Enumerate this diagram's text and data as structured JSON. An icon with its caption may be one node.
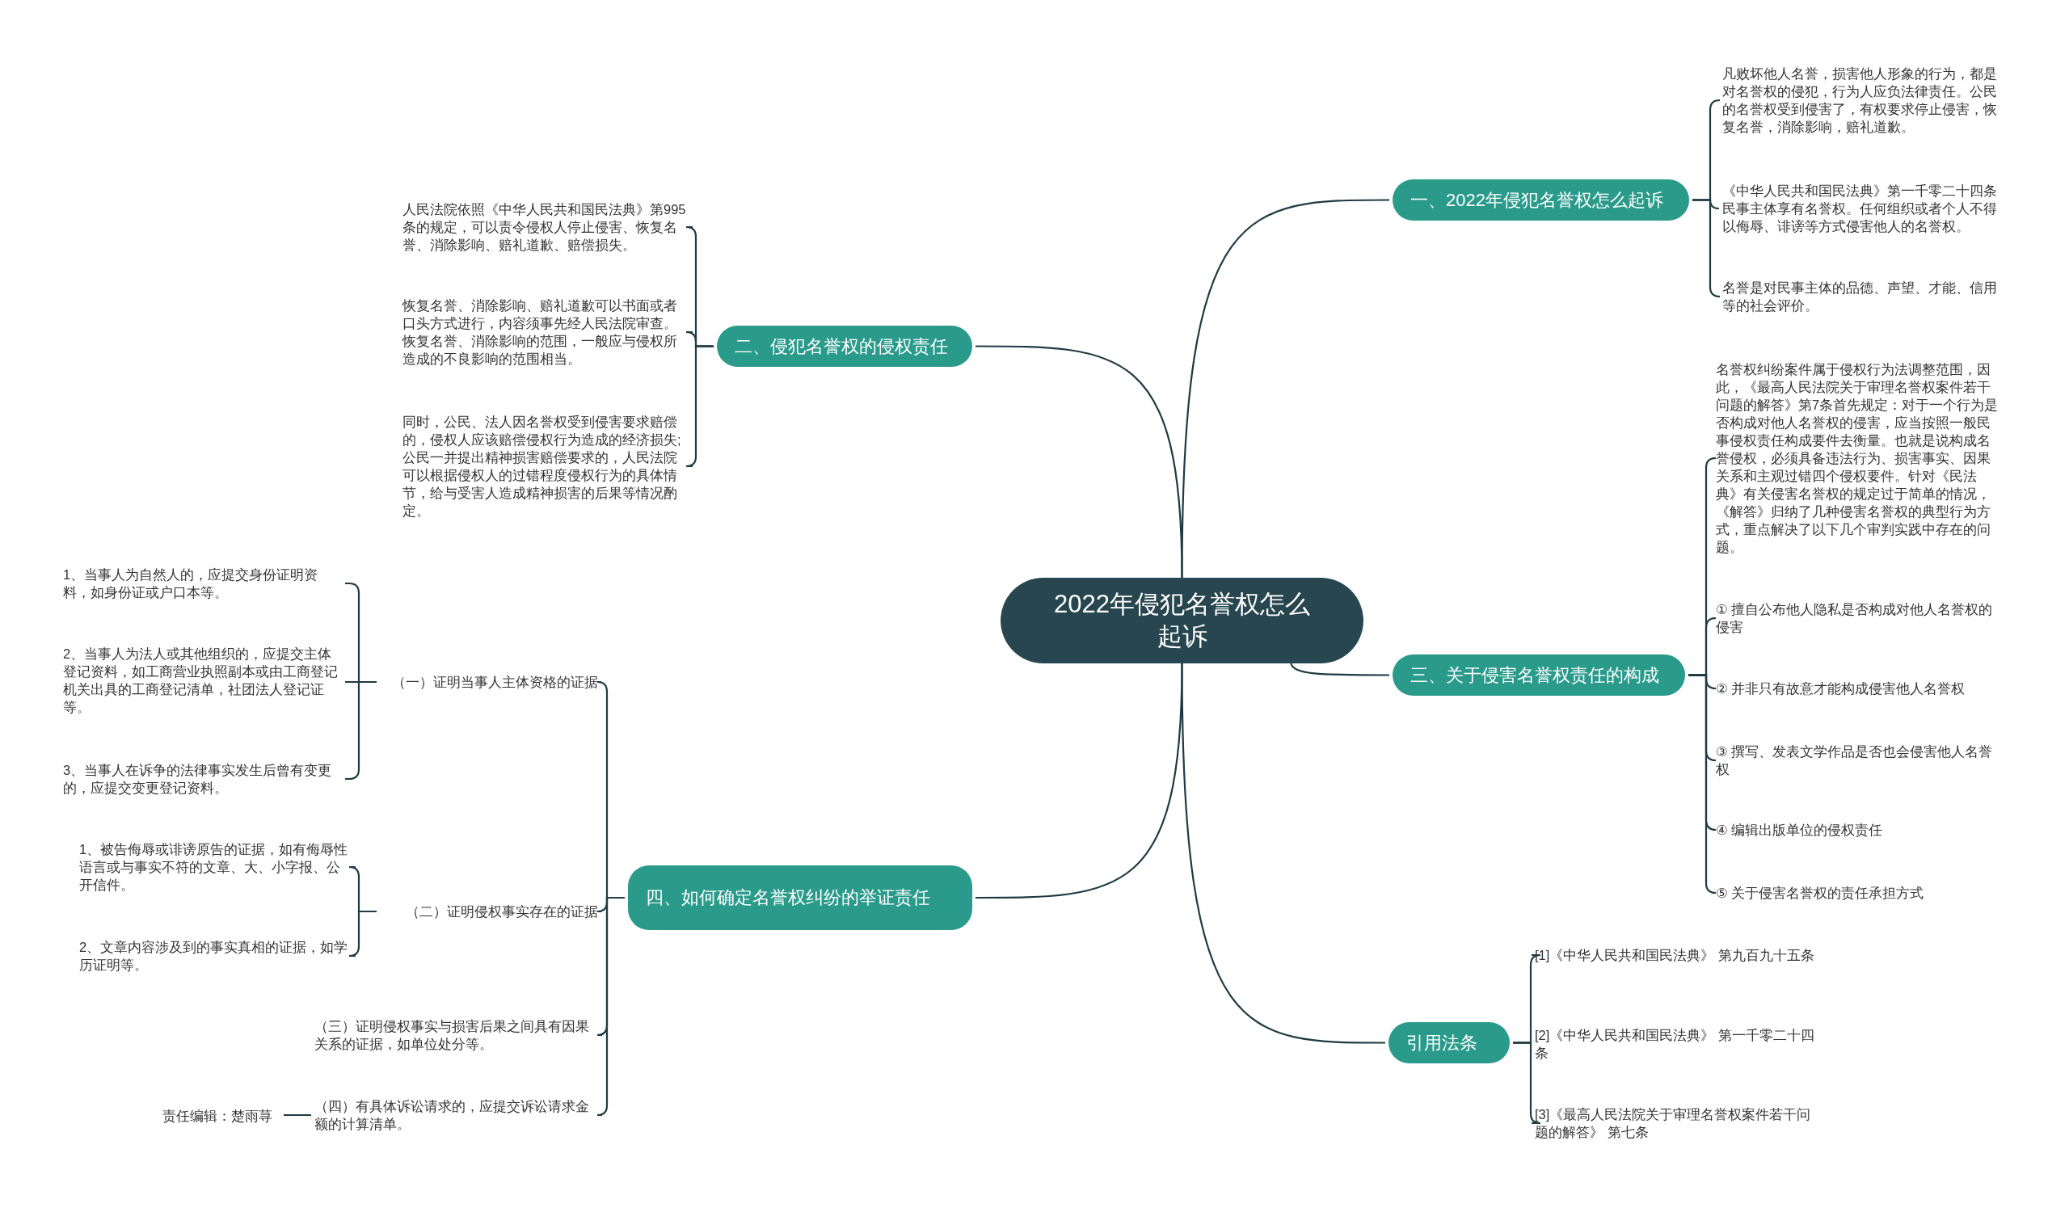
{
  "diagram": {
    "nodes": [
      {
        "text": [
          "2022年侵犯名誉权怎么起诉"
        ]
      },
      {
        "text": [
          "一、2022年侵犯名誉权怎么起诉"
        ]
      },
      {
        "text": [
          "凡败坏他人名誉，损害他人形象的行为，都是对名誉权的侵犯，行为人应负法律责任。公民的名誉权受到侵害了，有权要求停止侵害，恢复名誉，消除影响，赔礼道歉。"
        ]
      },
      {
        "text": [
          "《中华人民共和国民法典》第一千零二十四条民事主体享有名誉权。任何组织或者个人不得以侮辱、诽谤等方式侵害他人的名誉权。"
        ]
      },
      {
        "text": [
          "名誉是对民事主体的品德、声望、才能、信用等的社会评价。"
        ]
      },
      {
        "text": [
          "二、侵犯名誉权的侵权责任"
        ]
      },
      {
        "text": [
          "人民法院依照《中华人民共和国民法典》第995条的规定，可以责令侵权人停止侵害、恢复名誉、消除影响、赔礼道歉、赔偿损失。"
        ]
      },
      {
        "text": [
          "恢复名誉、消除影响、赔礼道歉可以书面或者口头方式进行，内容须事先经人民法院审查。恢复名誉、消除影响的范围，一般应与侵权所造成的不良影响的范围相当。"
        ]
      },
      {
        "text": [
          "同时，公民、法人因名誉权受到侵害要求赔偿的，侵权人应该赔偿侵权行为造成的经济损失;公民一并提出精神损害赔偿要求的，人民法院可以根据侵权人的过错程度侵权行为的具体情节，给与受害人造成精神损害的后果等情况酌定。"
        ]
      },
      {
        "text": [
          "三、关于侵害名誉权责任的构成"
        ]
      },
      {
        "text": [
          "名誉权纠纷案件属于侵权行为法调整范围，因此，《最高人民法院关于审理名誉权案件若干问题的解答》第7条首先规定：对于一个行为是否构成对他人名誉权的侵害，应当按照一般民事侵权责任构成要件去衡量。也就是说构成名誉侵权，必须具备违法行为、损害事实、因果关系和主观过错四个侵权要件。针对《民法典》有关侵害名誉权的规定过于简单的情况，《解答》归纳了几种侵害名誉权的典型行为方式，重点解决了以下几个审判实践中存在的问题。"
        ]
      },
      {
        "text": [
          "① 擅自公布他人隐私是否构成对他人名誉权的侵害"
        ]
      },
      {
        "text": [
          "② 并非只有故意才能构成侵害他人名誉权"
        ]
      },
      {
        "text": [
          "③ 撰写、发表文学作品是否也会侵害他人名誉权"
        ]
      },
      {
        "text": [
          "④ 编辑出版单位的侵权责任"
        ]
      },
      {
        "text": [
          "⑤ 关于侵害名誉权的责任承担方式"
        ]
      },
      {
        "text": [
          "四、如何确定名誉权纠纷的举证责任"
        ]
      },
      {
        "text": [
          "（一）证明当事人主体资格的证据"
        ]
      },
      {
        "text": [
          "1、当事人为自然人的，应提交身份证明资料，如身份证或户口本等。"
        ]
      },
      {
        "text": [
          "2、当事人为法人或其他组织的，应提交主体登记资料，如工商营业执照副本或由工商登记机关出具的工商登记清单，社团法人登记证等。"
        ]
      },
      {
        "text": [
          "3、当事人在诉争的法律事实发生后曾有变更的，应提交变更登记资料。"
        ]
      },
      {
        "text": [
          "（二）证明侵权事实存在的证据"
        ]
      },
      {
        "text": [
          "1、被告侮辱或诽谤原告的证据，如有侮辱性语言或与事实不符的文章、大、小字报、公开信件。"
        ]
      },
      {
        "text": [
          "2、文章内容涉及到的事实真相的证据，如学历证明等。"
        ]
      },
      {
        "text": [
          "（三）证明侵权事实与损害后果之间具有因果关系的证据，如单位处分等。"
        ]
      },
      {
        "text": [
          "（四）有具体诉讼请求的，应提交诉讼请求金额的计算清单。"
        ]
      },
      {
        "text": [
          "责任编辑：楚雨荨"
        ]
      },
      {
        "text": [
          "引用法条"
        ]
      },
      {
        "text": [
          "[1]《中华人民共和国民法典》 第九百九十五条"
        ]
      },
      {
        "text": [
          "[2]《中华人民共和国民法典》 第一千零二十四条"
        ]
      },
      {
        "text": [
          "[3]《最高人民法院关于审理名誉权案件若干问题的解答》 第七条"
        ]
      }
    ],
    "edges": [
      {
        "from": 0,
        "to": 1,
        "arrow": "none"
      },
      {
        "from": 0,
        "to": 5,
        "arrow": "none"
      },
      {
        "from": 0,
        "to": 9,
        "arrow": "none"
      },
      {
        "from": 0,
        "to": 16,
        "arrow": "none"
      },
      {
        "from": 0,
        "to": 27,
        "arrow": "none"
      },
      {
        "from": 1,
        "to": 2,
        "arrow": "none"
      },
      {
        "from": 1,
        "to": 3,
        "arrow": "none"
      },
      {
        "from": 1,
        "to": 4,
        "arrow": "none"
      },
      {
        "from": 5,
        "to": 6,
        "arrow": "none"
      },
      {
        "from": 5,
        "to": 7,
        "arrow": "none"
      },
      {
        "from": 5,
        "to": 8,
        "arrow": "none"
      },
      {
        "from": 9,
        "to": 10,
        "arrow": "none"
      },
      {
        "from": 9,
        "to": 11,
        "arrow": "none"
      },
      {
        "from": 9,
        "to": 12,
        "arrow": "none"
      },
      {
        "from": 9,
        "to": 13,
        "arrow": "none"
      },
      {
        "from": 9,
        "to": 14,
        "arrow": "none"
      },
      {
        "from": 9,
        "to": 15,
        "arrow": "none"
      },
      {
        "from": 16,
        "to": 17,
        "arrow": "none"
      },
      {
        "from": 16,
        "to": 21,
        "arrow": "none"
      },
      {
        "from": 16,
        "to": 24,
        "arrow": "none"
      },
      {
        "from": 16,
        "to": 25,
        "arrow": "none"
      },
      {
        "from": 17,
        "to": 18,
        "arrow": "none"
      },
      {
        "from": 17,
        "to": 19,
        "arrow": "none"
      },
      {
        "from": 17,
        "to": 20,
        "arrow": "none"
      },
      {
        "from": 21,
        "to": 22,
        "arrow": "none"
      },
      {
        "from": 21,
        "to": 23,
        "arrow": "none"
      },
      {
        "from": 25,
        "to": 26,
        "arrow": "none"
      },
      {
        "from": 27,
        "to": 28,
        "arrow": "none"
      },
      {
        "from": 27,
        "to": 29,
        "arrow": "none"
      },
      {
        "from": 27,
        "to": 30,
        "arrow": "none"
      }
    ]
  }
}
